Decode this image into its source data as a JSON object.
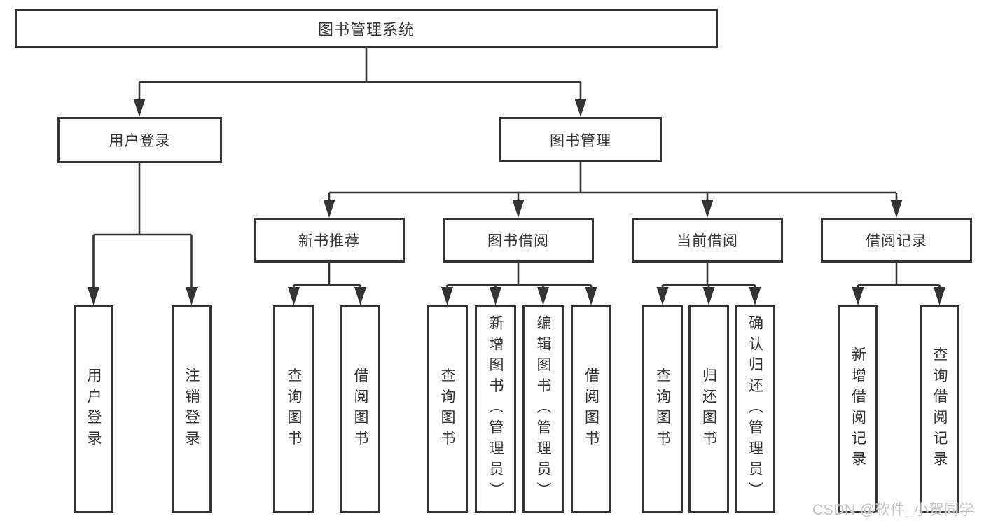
{
  "diagram_title": "图书管理系统",
  "tree": {
    "label": "图书管理系统",
    "children": [
      {
        "label": "用户登录",
        "children": [
          {
            "label": "用户登录"
          },
          {
            "label": "注销登录"
          }
        ]
      },
      {
        "label": "图书管理",
        "children": [
          {
            "label": "新书推荐",
            "children": [
              {
                "label": "查询图书"
              },
              {
                "label": "借阅图书"
              }
            ]
          },
          {
            "label": "图书借阅",
            "children": [
              {
                "label": "查询图书"
              },
              {
                "label": "新增图书（管理员）"
              },
              {
                "label": "编辑图书（管理员）"
              },
              {
                "label": "借阅图书"
              }
            ]
          },
          {
            "label": "当前借阅",
            "children": [
              {
                "label": "查询图书"
              },
              {
                "label": "归还图书"
              },
              {
                "label": "确认归还（管理员）"
              }
            ]
          },
          {
            "label": "借阅记录",
            "children": [
              {
                "label": "新增借阅记录"
              },
              {
                "label": "查询借阅记录"
              }
            ]
          }
        ]
      }
    ]
  },
  "watermark": {
    "text": "CSDN @软件_小贺同学"
  },
  "colors": {
    "line": "#333333",
    "box_border": "#333333",
    "box_fill": "#ffffff",
    "text": "#333333",
    "watermark": "#c6c6c6",
    "background": "#ffffff"
  }
}
